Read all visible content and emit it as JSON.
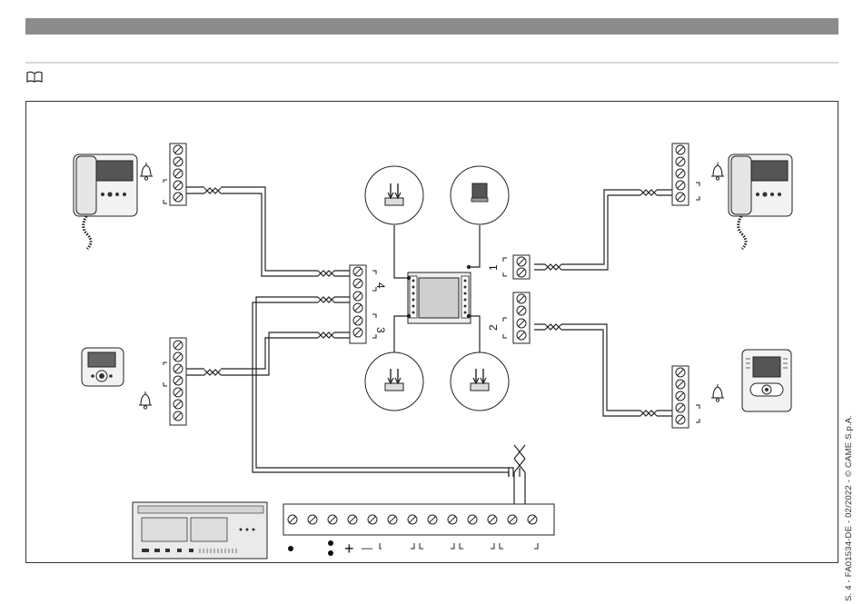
{
  "page": {
    "side_caption": "S. 4 - FA01534-DE - 02/2022 - © CAME S.p.A."
  },
  "diagram": {
    "bus_labels": [
      "4",
      "3",
      "1",
      "2"
    ],
    "power_symbols": {
      "plus": "+",
      "minus": "—"
    }
  },
  "colors": {
    "header_bar": "#8c8c8c",
    "rule": "#d6d6d6",
    "line": "#222222",
    "device_fill": "#f2f2f2"
  },
  "icons": [
    "book-icon",
    "bell-icon",
    "jumper-icon",
    "terminal-block-icon",
    "monitor-icon",
    "power-supply-icon"
  ]
}
